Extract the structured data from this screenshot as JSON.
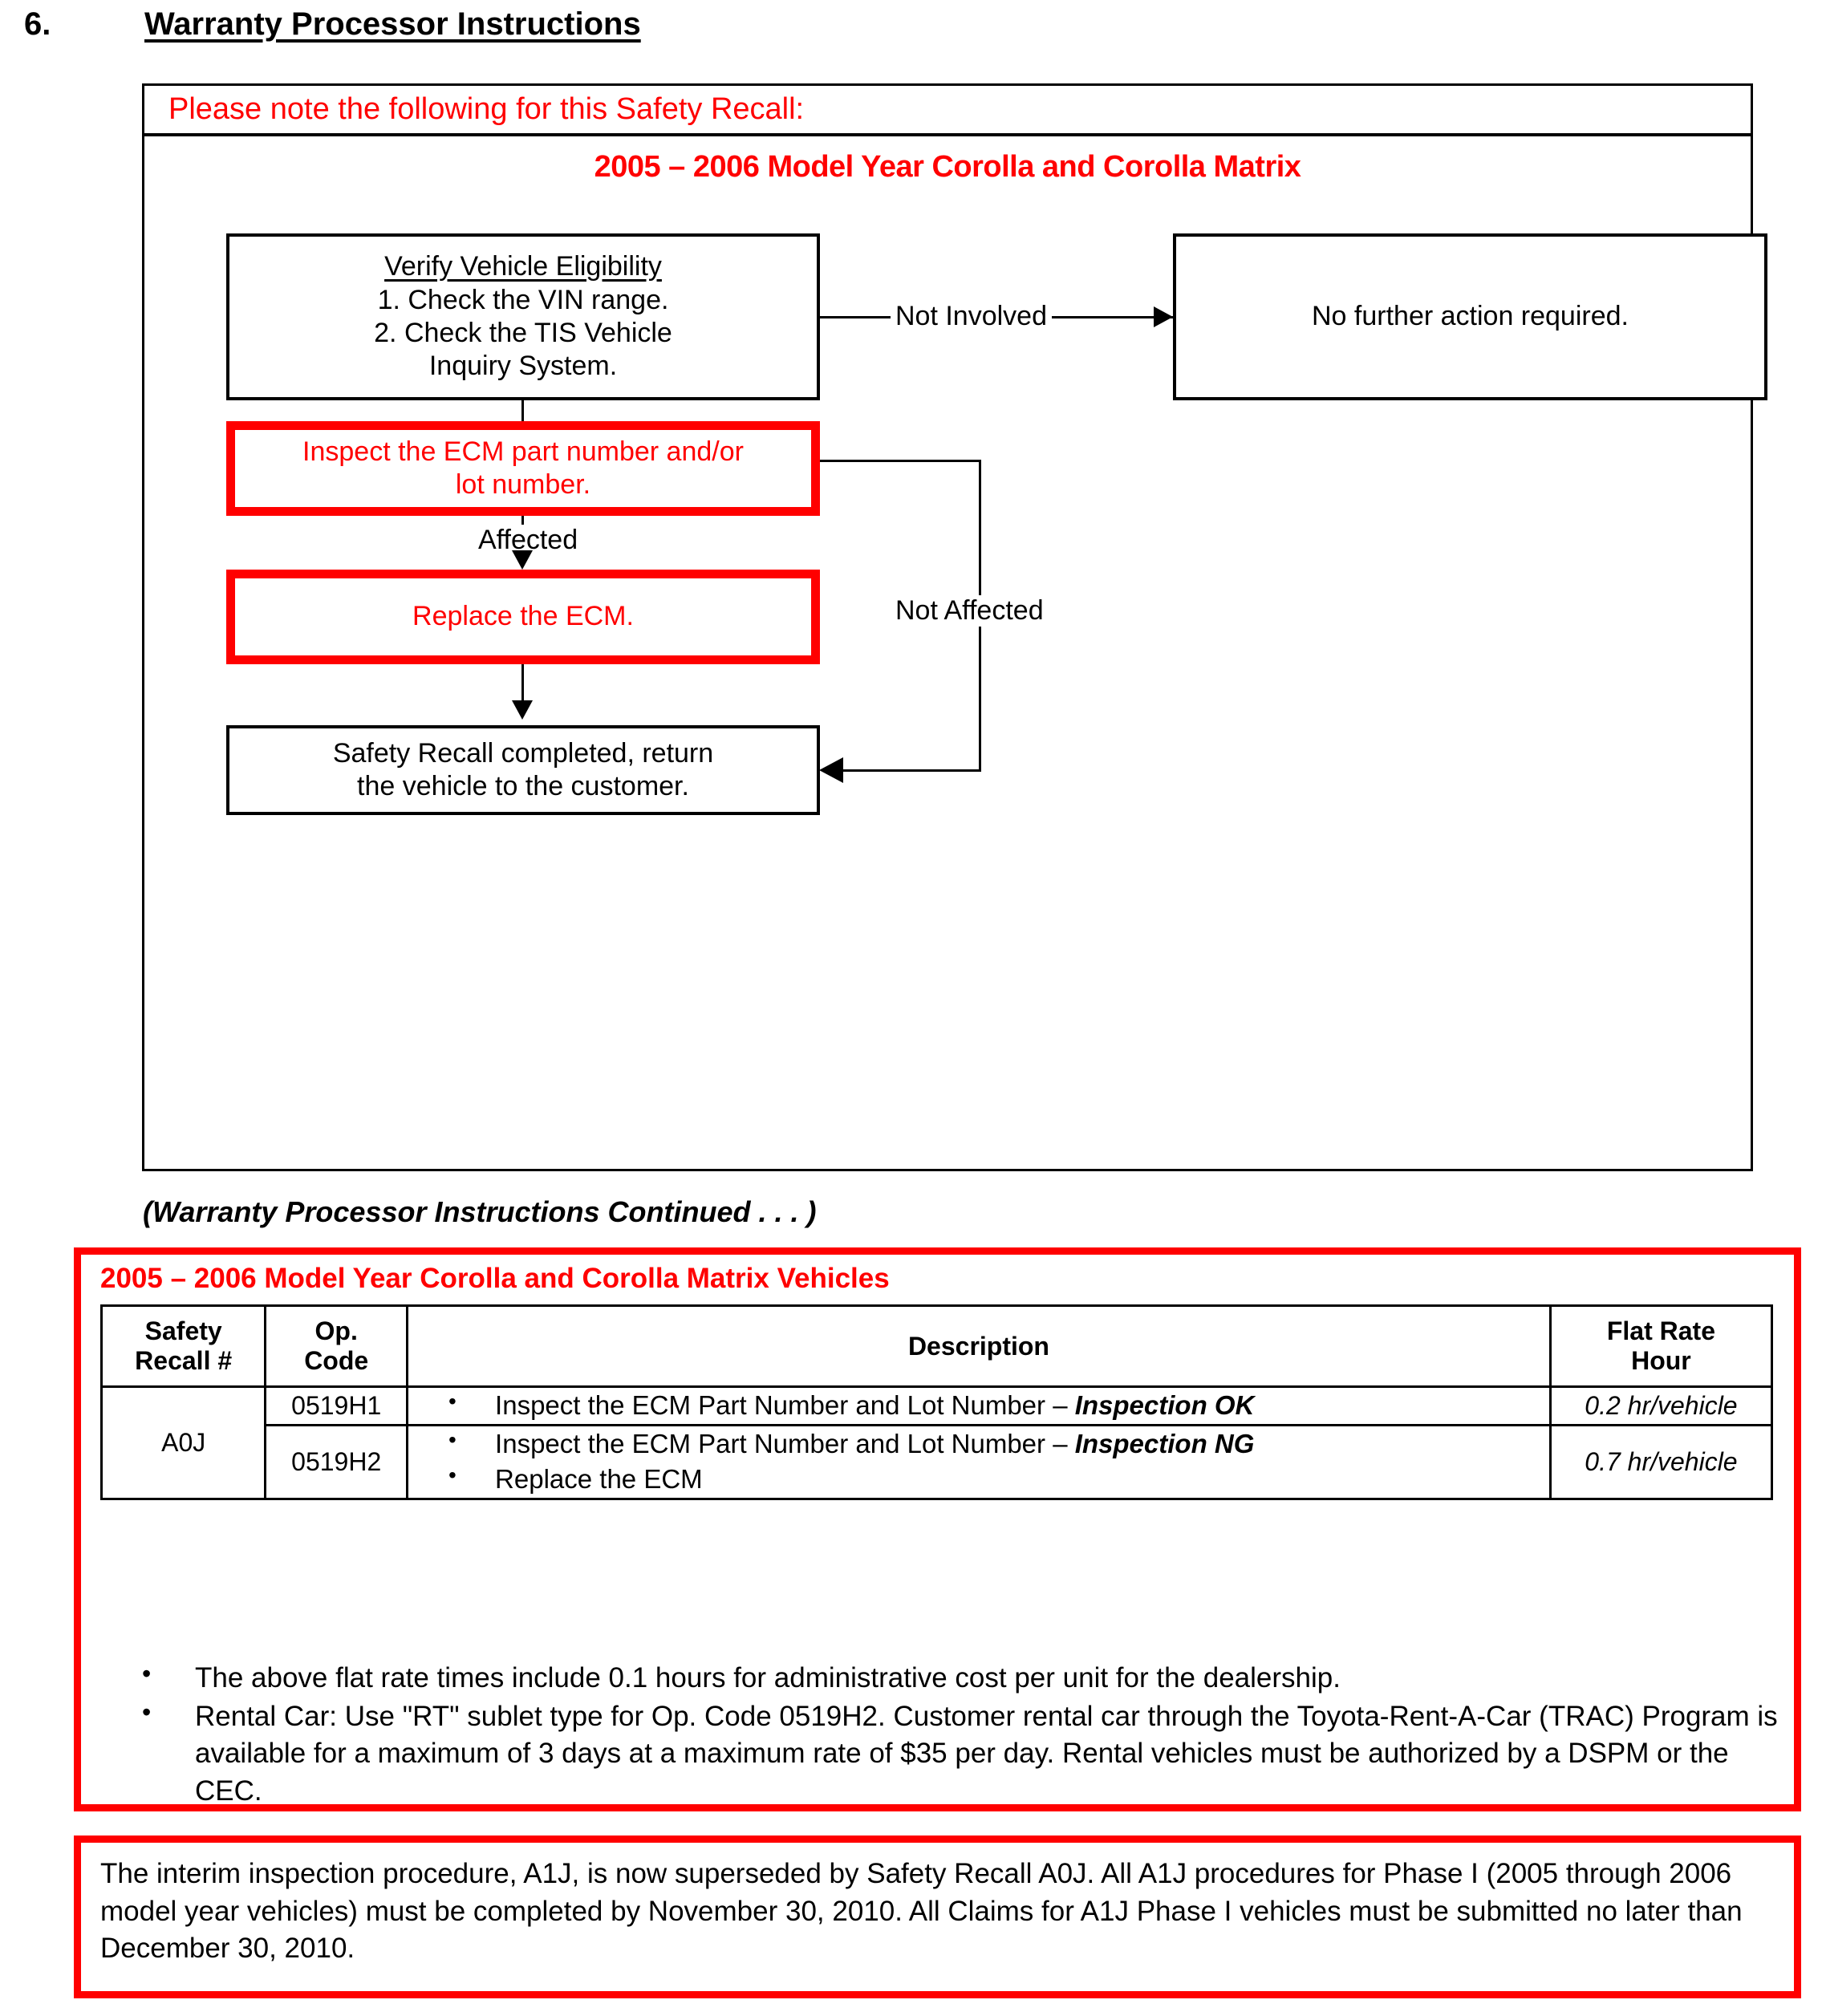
{
  "section": {
    "number": "6.",
    "title": "Warranty Processor Instructions"
  },
  "flowchart": {
    "note_header": "Please note the following for this Safety Recall:",
    "model_year_heading": "2005 – 2006 Model Year Corolla and Corolla Matrix",
    "boxes": {
      "verify": {
        "title": "Verify Vehicle Eligibility",
        "line1": "1. Check the VIN range.",
        "line2": "2. Check the TIS Vehicle",
        "line3": "Inquiry System."
      },
      "no_action": "No further action required.",
      "inspect_line1": "Inspect the ECM part number and/or",
      "inspect_line2": "lot number.",
      "replace": "Replace the ECM.",
      "complete_line1": "Safety Recall completed, return",
      "complete_line2": "the vehicle to the customer."
    },
    "edge_labels": {
      "not_involved": "Not Involved",
      "affected": "Affected",
      "not_affected": "Not Affected"
    }
  },
  "continued_caption": "(Warranty Processor Instructions Continued . . . )",
  "claims": {
    "title": "2005 – 2006 Model Year Corolla and Corolla Matrix Vehicles",
    "table": {
      "headers": {
        "recall": "Safety\nRecall #",
        "recall_line1": "Safety",
        "recall_line2": "Recall #",
        "opcode_line1": "Op.",
        "opcode_line2": "Code",
        "description": "Description",
        "rate_line1": "Flat Rate",
        "rate_line2": "Hour"
      },
      "recall_number": "A0J",
      "rows": [
        {
          "op_code": "0519H1",
          "description_items": [
            {
              "plain": "Inspect the ECM Part Number and Lot Number – ",
              "emph": "Inspection OK"
            }
          ],
          "flat_rate": "0.2 hr/vehicle"
        },
        {
          "op_code": "0519H2",
          "description_items": [
            {
              "plain": "Inspect the ECM Part Number and Lot Number – ",
              "emph": "Inspection NG"
            },
            {
              "plain": "Replace the ECM",
              "emph": ""
            }
          ],
          "flat_rate": "0.7 hr/vehicle"
        }
      ]
    },
    "notes": [
      "The above flat rate times include 0.1 hours for administrative cost per unit for the dealership.",
      "Rental Car:  Use \"RT\" sublet type for Op. Code 0519H2.  Customer rental car through the Toyota-Rent-A-Car (TRAC) Program is available for a maximum of 3 days at a maximum rate of $35 per day.  Rental vehicles must be authorized by a DSPM or the CEC."
    ]
  },
  "interim_notice": "The interim inspection procedure, A1J, is now superseded by Safety Recall A0J.  All A1J procedures for Phase I (2005 through 2006 model year vehicles) must be completed by November 30, 2010.  All Claims for A1J Phase I vehicles must be submitted no later than December 30, 2010.",
  "colors": {
    "recall_red": "#ff0000",
    "text_black": "#000000",
    "page_background": "#ffffff"
  }
}
